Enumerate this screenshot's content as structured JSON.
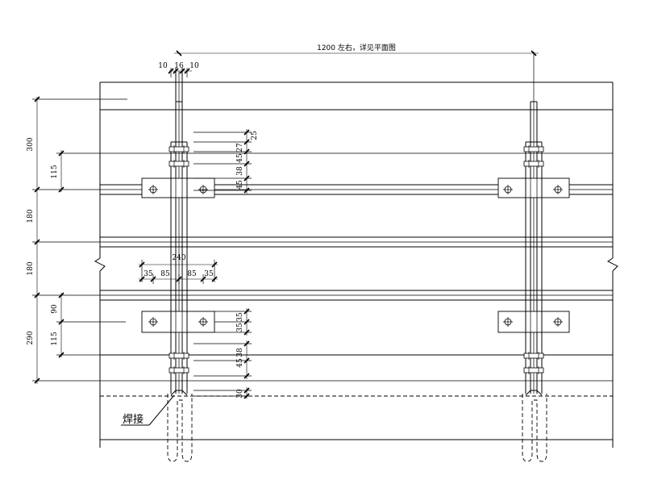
{
  "top_dimension": {
    "label": "1200 左右，详见平面图"
  },
  "rod_widths": [
    "10",
    "16",
    "10"
  ],
  "left_dims": [
    "300",
    "115",
    "180",
    "180",
    "90",
    "115",
    "290"
  ],
  "upper_right_dims": [
    "25",
    "27",
    "45",
    "38",
    "45"
  ],
  "plate_dims": {
    "total": "240",
    "parts": [
      "35",
      "85",
      "85",
      "35"
    ]
  },
  "lower_right_dims": [
    "35",
    "35",
    "45",
    "38",
    "30"
  ],
  "weld_label": "焊接"
}
